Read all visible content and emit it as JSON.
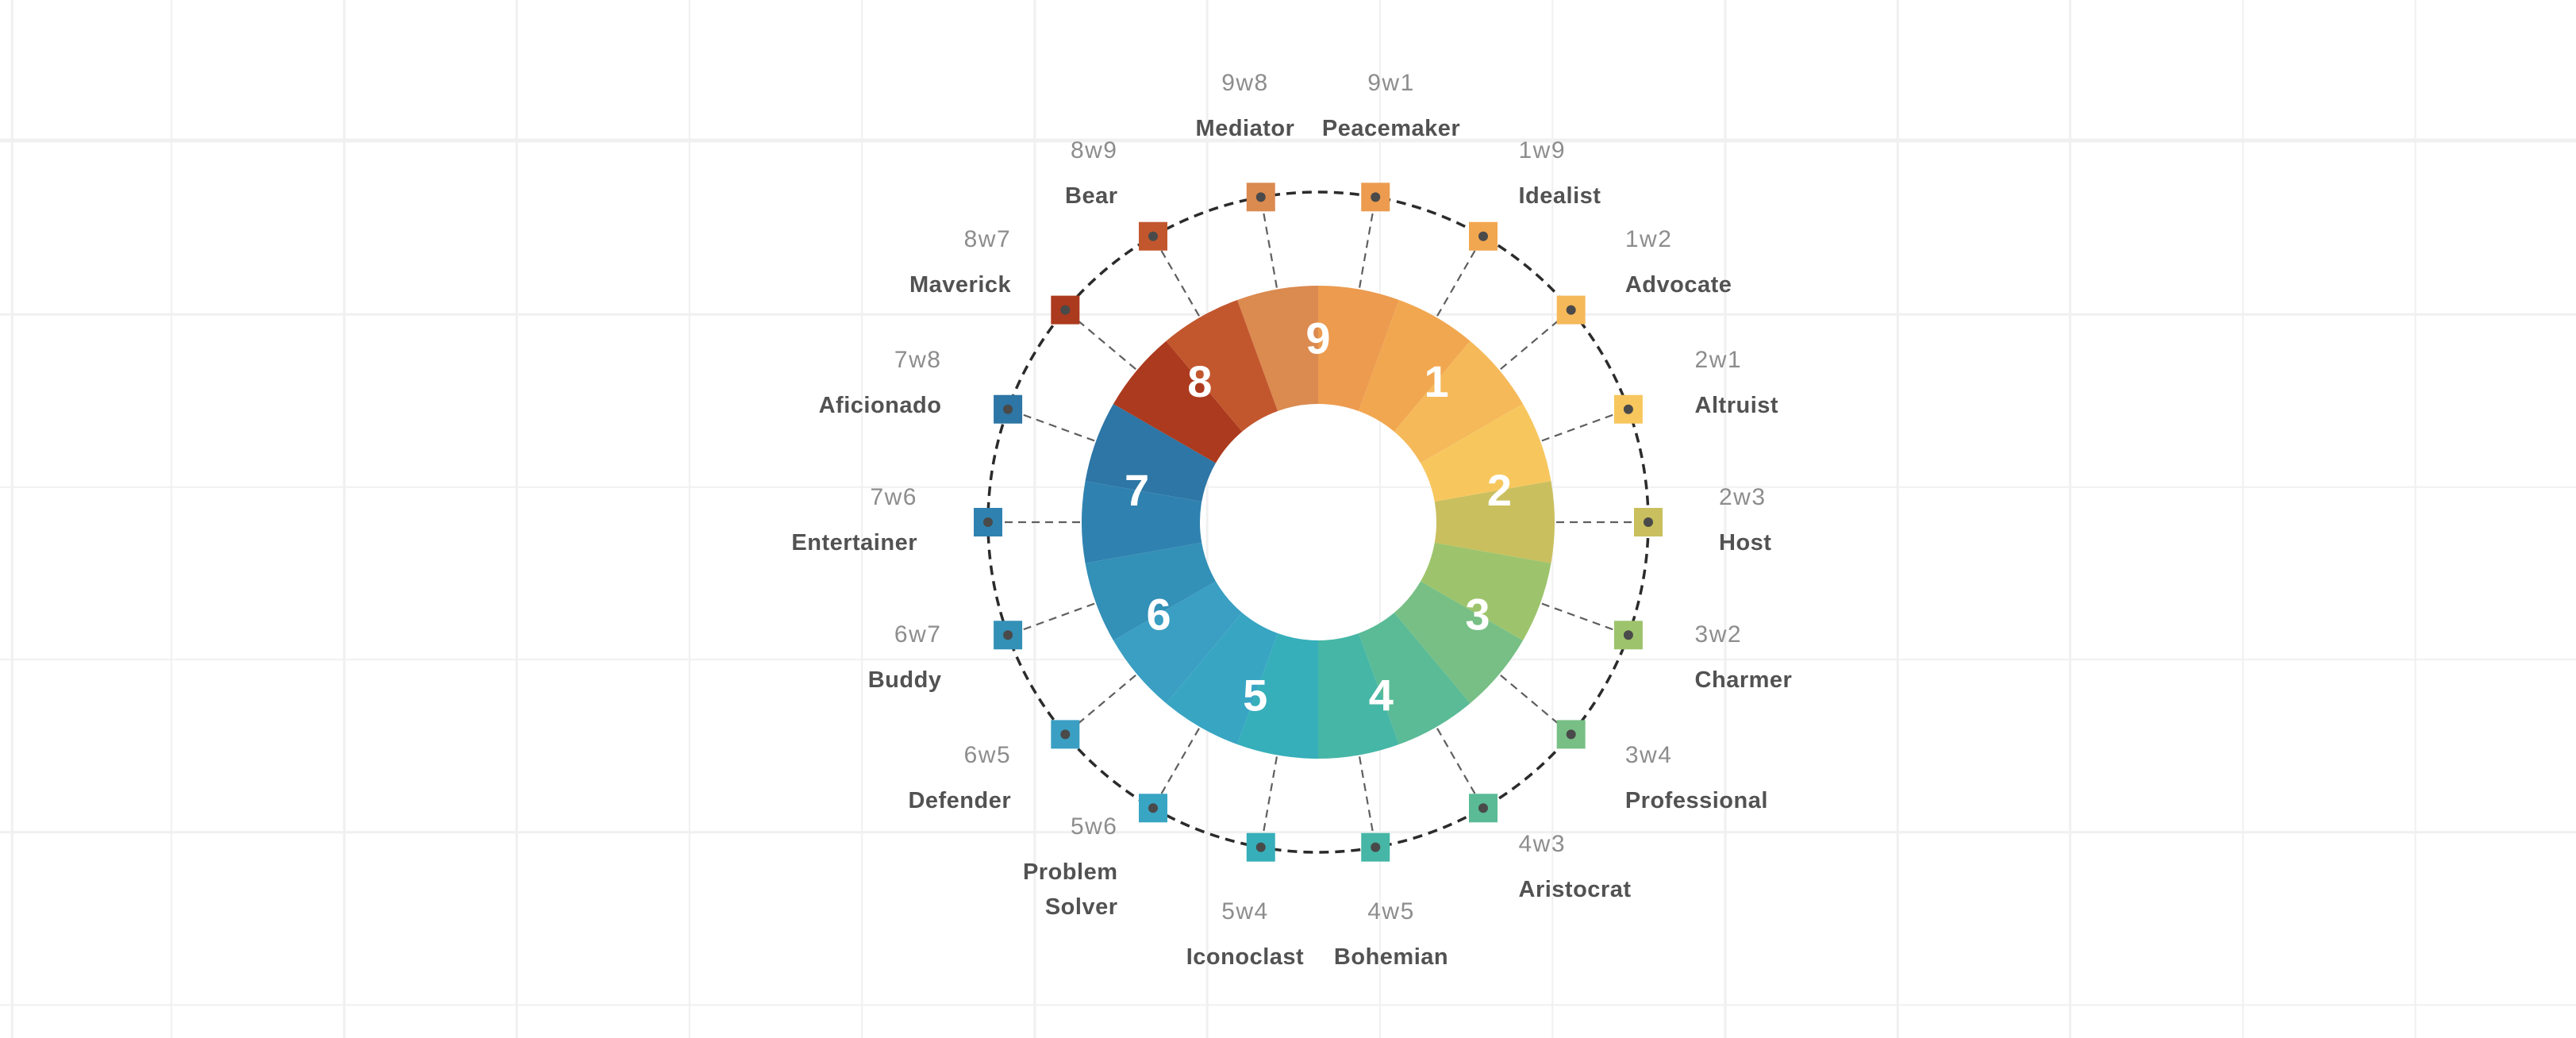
{
  "page": {
    "description": "Enneagram types wheel with wing variants",
    "background_color": "#FFFFFF",
    "grid_line_color": "#F0F0F1"
  },
  "chart_data": {
    "type": "pie",
    "variant": "enneagram-donut-wheel",
    "title": "",
    "slice_angle_deg": 20,
    "legend_position": "none",
    "grid": true,
    "types": [
      {
        "number": "9",
        "angle": 0
      },
      {
        "number": "1",
        "angle": 40
      },
      {
        "number": "2",
        "angle": 80
      },
      {
        "number": "3",
        "angle": 120
      },
      {
        "number": "4",
        "angle": 160
      },
      {
        "number": "5",
        "angle": 200
      },
      {
        "number": "6",
        "angle": 240
      },
      {
        "number": "7",
        "angle": 280
      },
      {
        "number": "8",
        "angle": 320
      }
    ],
    "wings": [
      {
        "code": "9w8",
        "name": "Mediator",
        "angle": 350,
        "color": "#DB8A50"
      },
      {
        "code": "9w1",
        "name": "Peacemaker",
        "angle": 10,
        "color": "#EC9B4F"
      },
      {
        "code": "1w9",
        "name": "Idealist",
        "angle": 30,
        "color": "#F1A750"
      },
      {
        "code": "1w2",
        "name": "Advocate",
        "angle": 50,
        "color": "#F5B95A"
      },
      {
        "code": "2w1",
        "name": "Altruist",
        "angle": 70,
        "color": "#F7C75E"
      },
      {
        "code": "2w3",
        "name": "Host",
        "angle": 90,
        "color": "#C9BF5E"
      },
      {
        "code": "3w2",
        "name": "Charmer",
        "angle": 110,
        "color": "#9DC46C"
      },
      {
        "code": "3w4",
        "name": "Professional",
        "angle": 130,
        "color": "#77BF85"
      },
      {
        "code": "4w3",
        "name": "Aristocrat",
        "angle": 150,
        "color": "#5ABB96"
      },
      {
        "code": "4w5",
        "name": "Bohemian",
        "angle": 170,
        "color": "#46B6A6"
      },
      {
        "code": "5w4",
        "name": "Iconoclast",
        "angle": 190,
        "color": "#36AFBA"
      },
      {
        "code": "5w6",
        "name": "Problem\nSolver",
        "angle": 210,
        "color": "#38A5C3"
      },
      {
        "code": "6w5",
        "name": "Defender",
        "angle": 230,
        "color": "#3A9FC3"
      },
      {
        "code": "6w7",
        "name": "Buddy",
        "angle": 250,
        "color": "#3390B7"
      },
      {
        "code": "7w6",
        "name": "Entertainer",
        "angle": 270,
        "color": "#2F82B0"
      },
      {
        "code": "7w8",
        "name": "Aficionado",
        "angle": 290,
        "color": "#2D76A6"
      },
      {
        "code": "8w7",
        "name": "Maverick",
        "angle": 310,
        "color": "#AC3A1E"
      },
      {
        "code": "8w9",
        "name": "Bear",
        "angle": 330,
        "color": "#C2572E"
      }
    ],
    "colors": {
      "number_label": "#FFFFFF",
      "wing_code_text": "#8D8D8D",
      "wing_name_text": "#525252",
      "dashed_circle": "#2B2B2B",
      "connector_line": "#5F5F5F",
      "node_dot": "#4A4A4A",
      "background": "#FFFFFF",
      "grid_line": "#F0F0F1"
    }
  }
}
